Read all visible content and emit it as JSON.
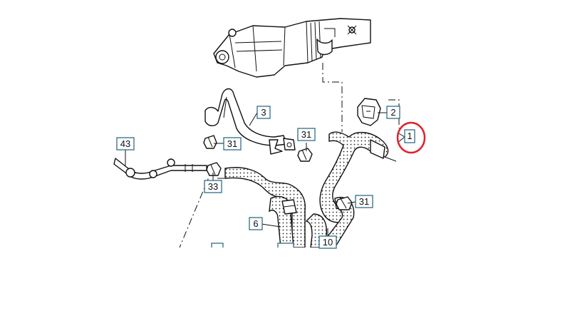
{
  "callouts": {
    "c1": "1",
    "c2": "2",
    "c3": "3",
    "c6": "6",
    "c10": "10",
    "c31a": "31",
    "c31b": "31",
    "c31c": "31",
    "c33": "33",
    "c43": "43"
  },
  "colors": {
    "callout_border": "#2f6e86",
    "highlight_circle": "#e0202a",
    "line": "#111111"
  }
}
